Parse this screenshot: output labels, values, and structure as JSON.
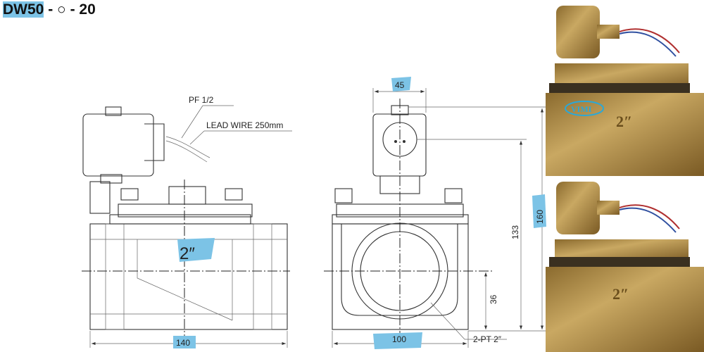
{
  "title": {
    "model": "DW50",
    "sep1": "-",
    "option_symbol": "○",
    "sep2": "-",
    "suffix": "20"
  },
  "side_view": {
    "port_label": "PF 1/2",
    "lead_wire": "LEAD WIRE 250mm",
    "size_label": "2″",
    "width_dim": "140"
  },
  "front_view": {
    "coil_width_dim": "45",
    "height_dim": "133",
    "total_height_dim": "160",
    "center_height_dim": "36",
    "width_dim": "100",
    "thread_label": "2-PT 2″"
  },
  "photos": {
    "logo": "VIMI",
    "body_marking": "2″"
  },
  "colors": {
    "highlight": "#7cc3e6",
    "brass": "#b8954f",
    "logo": "#2aa8d8"
  }
}
